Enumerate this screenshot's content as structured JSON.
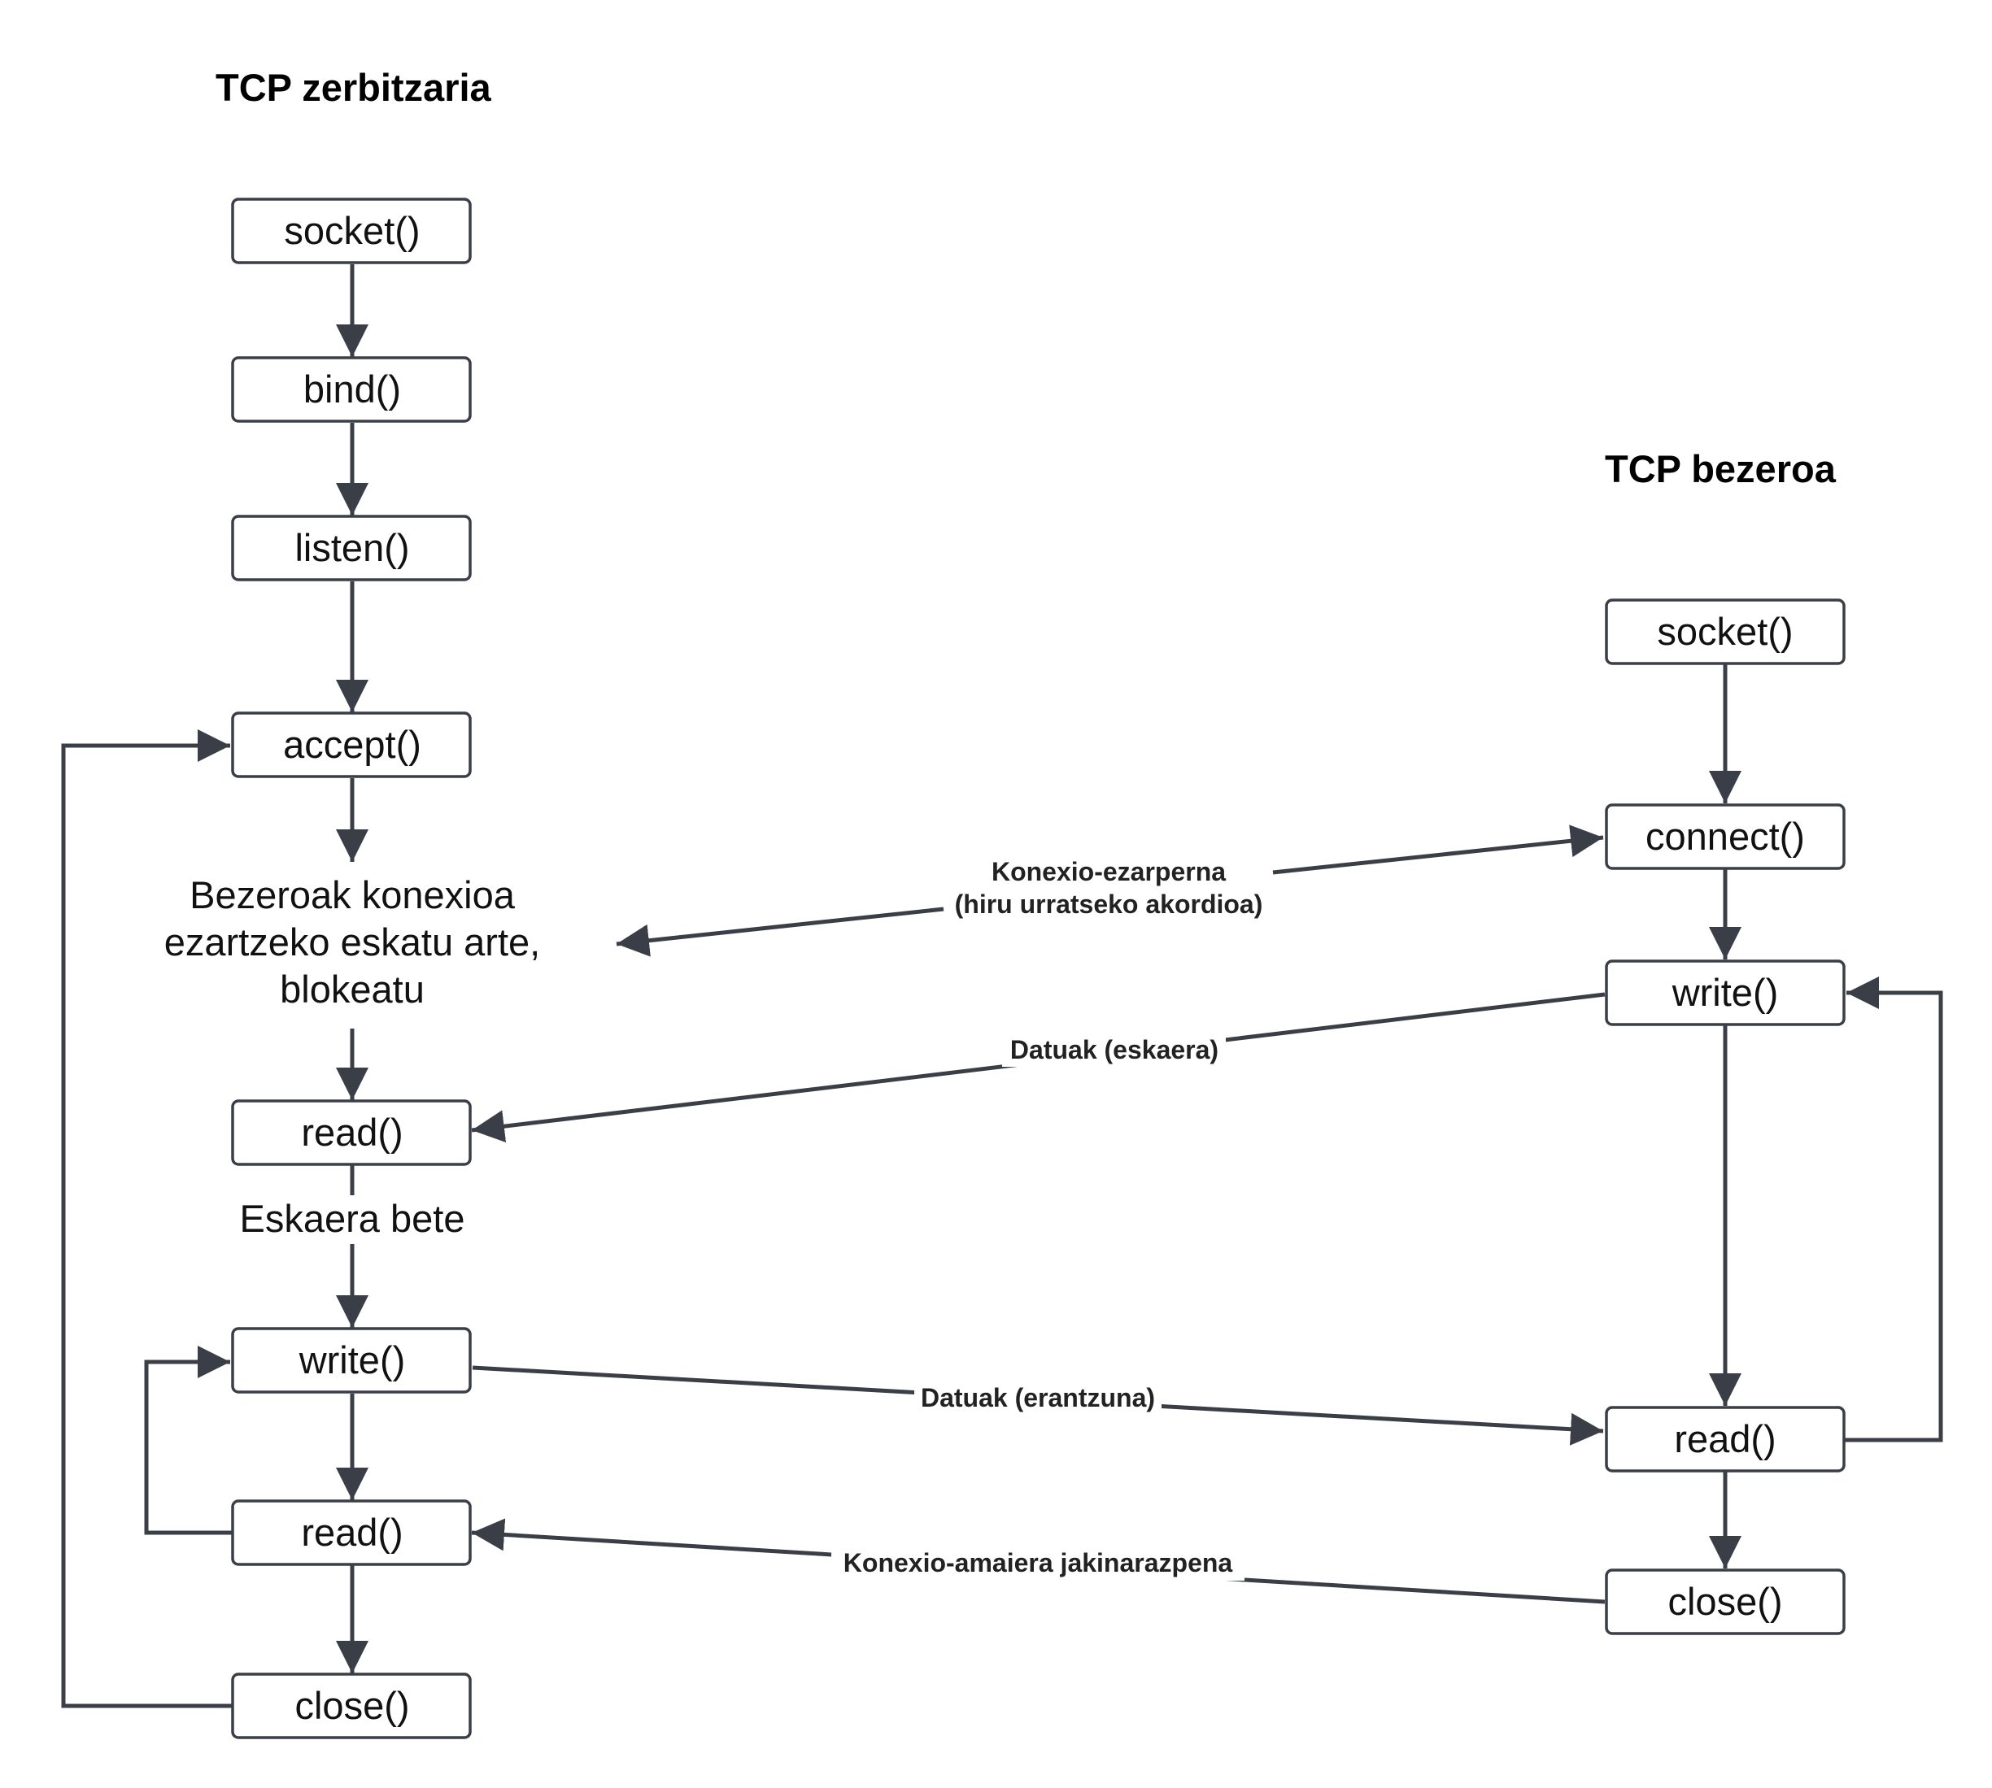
{
  "server": {
    "title": "TCP zerbitzaria",
    "socket": "socket()",
    "bind": "bind()",
    "listen": "listen()",
    "accept": "accept()",
    "block_text": [
      "Bezeroak konexioa",
      "ezartzeko eskatu arte,",
      "blokeatu"
    ],
    "read": "read()",
    "process_text": "Eskaera bete",
    "write": "write()",
    "read2": "read()",
    "close": "close()"
  },
  "client": {
    "title": "TCP bezeroa",
    "socket": "socket()",
    "connect": "connect()",
    "write": "write()",
    "read": "read()",
    "close": "close()"
  },
  "messages": {
    "handshake": [
      "Konexio-ezarperna",
      "(hiru urratseko akordioa)"
    ],
    "request": "Datuak (eskaera)",
    "response": "Datuak (erantzuna)",
    "end_notice": "Konexio-amaiera jakinarazpena"
  },
  "colors": {
    "line": "#3a3f47",
    "text": "#111111"
  }
}
